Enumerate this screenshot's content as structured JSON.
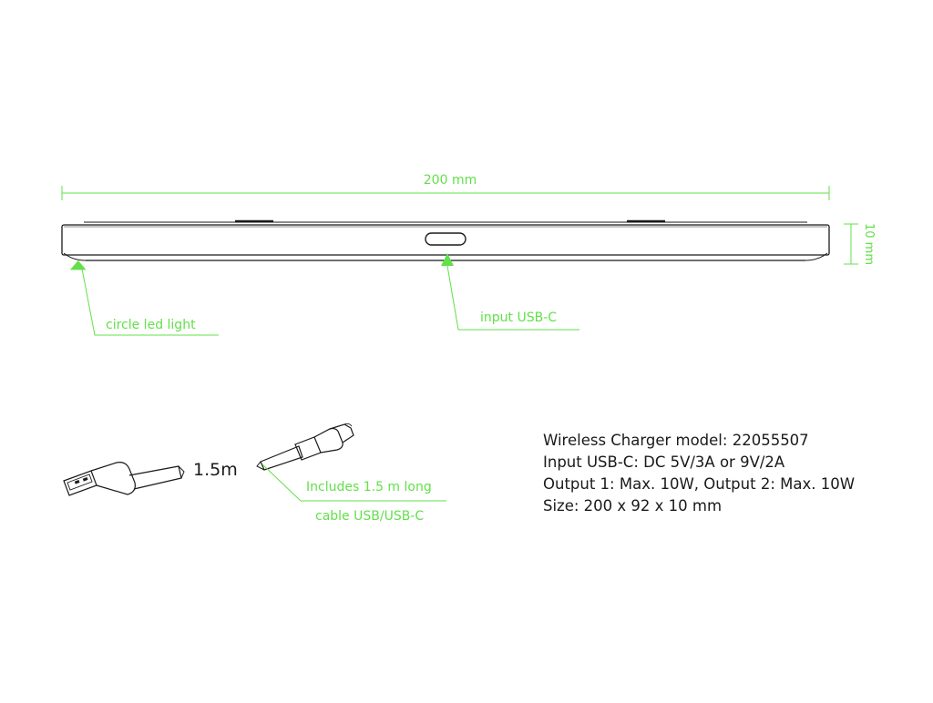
{
  "dimensions": {
    "width_label": "200 mm",
    "height_label": "10 mm"
  },
  "callouts": {
    "led": "circle led light",
    "usb_input": "input USB-C",
    "cable_line1": "Includes 1.5 m long",
    "cable_line2": "cable USB/USB-C"
  },
  "cable": {
    "length_label": "1.5m"
  },
  "specs": [
    "Wireless Charger model: 22055507",
    "Input USB-C: DC 5V/3A or 9V/2A",
    "Output 1: Max. 10W, Output 2: Max. 10W",
    "Size: 200 x 92 x 10 mm"
  ],
  "colors": {
    "accent": "#62e04a",
    "line": "#1a1a1a"
  }
}
